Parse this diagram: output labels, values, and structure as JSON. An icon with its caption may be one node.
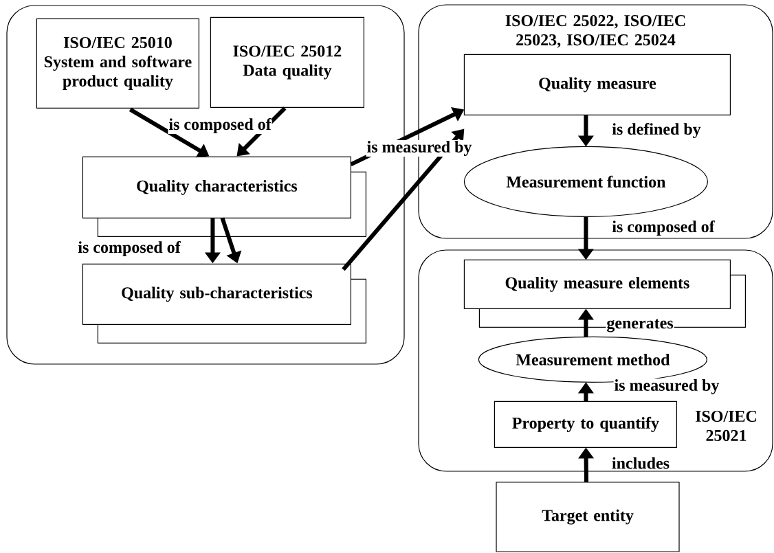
{
  "diagram": {
    "nodes": [
      {
        "text": [],
        "shape": "box"
      },
      {
        "text": [
          "ISO/IEC 25010",
          "System and software product quality"
        ],
        "in": 0
      },
      {
        "text": [
          "ISO/IEC 25012",
          "Data quality"
        ],
        "in": 0
      },
      {
        "text": [
          "Quality characteristics"
        ],
        "in": 0
      },
      {
        "text": [
          "Quality sub-characteristics"
        ],
        "in": 0
      },
      {
        "text": [
          "ISO/IEC 25022, ISO/IEC 25023, ISO/IEC 25024"
        ]
      },
      {
        "text": [
          "Quality measure"
        ],
        "in": 5
      },
      {
        "text": [
          "Measurement function"
        ],
        "in": 5
      },
      {
        "text": [
          "ISO/IEC 25021"
        ]
      },
      {
        "text": [
          "Quality measure elements"
        ],
        "in": 8
      },
      {
        "text": [
          "Measurement method"
        ],
        "in": 8
      },
      {
        "text": [
          "Property to quantify"
        ],
        "in": 8
      },
      {
        "text": [
          "Target entity"
        ]
      }
    ],
    "edges": [
      {
        "from": 1,
        "to": 3,
        "arrow": "to",
        "label": "is composed of"
      },
      {
        "from": 2,
        "to": 3,
        "arrow": "to"
      },
      {
        "from": 3,
        "to": 4,
        "arrow": "to",
        "label": "is composed of"
      },
      {
        "from": 3,
        "to": 4,
        "arrow": "to"
      },
      {
        "from": 3,
        "to": 6,
        "arrow": "to",
        "label": "is measured by"
      },
      {
        "from": 4,
        "to": 6,
        "arrow": "to"
      },
      {
        "from": 6,
        "to": 7,
        "arrow": "to",
        "label": "is defined by"
      },
      {
        "from": 7,
        "to": 9,
        "arrow": "to",
        "label": "is composed of"
      },
      {
        "from": 10,
        "to": 9,
        "arrow": "to",
        "label": "generates"
      },
      {
        "from": 11,
        "to": 10,
        "arrow": "to",
        "label": "is measured by"
      },
      {
        "from": 12,
        "to": 11,
        "arrow": "to",
        "label": "includes"
      }
    ]
  }
}
